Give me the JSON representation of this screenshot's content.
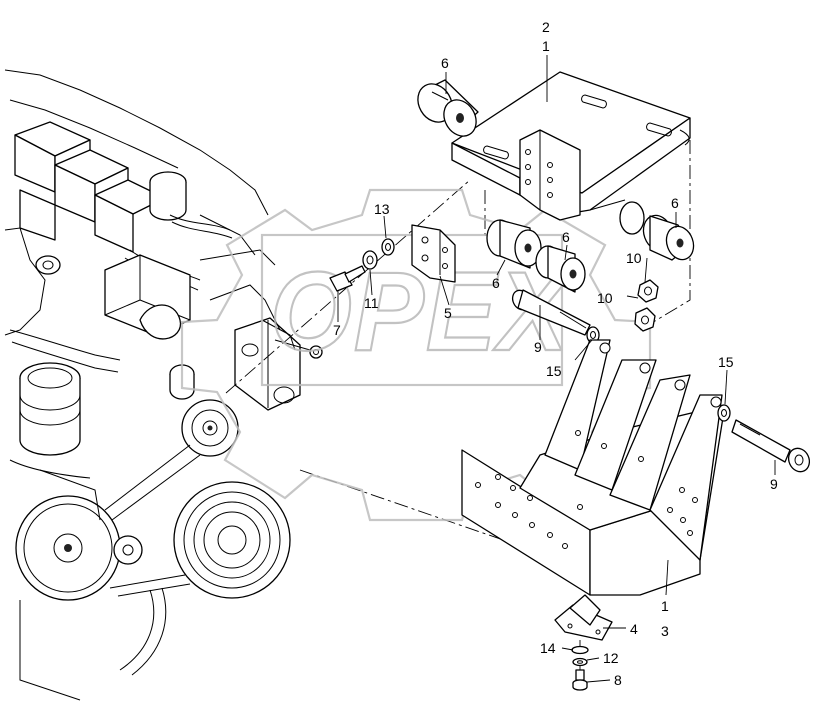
{
  "watermark": {
    "text": "OPEX"
  },
  "callouts": {
    "c2": "2",
    "c1_top": "1",
    "c6_a": "6",
    "c6_b": "6",
    "c6_c": "6",
    "c6_d": "6",
    "c13": "13",
    "c11": "11",
    "c7": "7",
    "c5": "5",
    "c9_a": "9",
    "c15_a": "15",
    "c10_a": "10",
    "c10_b": "10",
    "c15_b": "15",
    "c9_b": "9",
    "c1_bot": "1",
    "c3": "3",
    "c4": "4",
    "c14": "14",
    "c12": "12",
    "c8": "8"
  }
}
